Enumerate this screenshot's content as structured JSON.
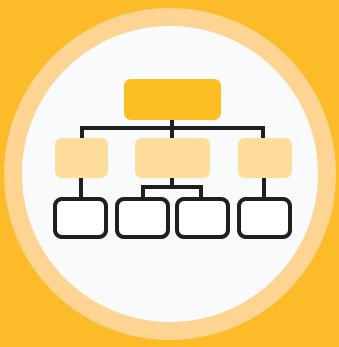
{
  "icon": {
    "name": "org-chart-icon",
    "colors": {
      "background": "#FCBB29",
      "outer_ring": "#FDD491",
      "inner_circle": "#F8FAFC",
      "top_node": "#FBBF24",
      "mid_nodes": "#FDDC9C",
      "connectors": "#1F1F1F",
      "leaf_fill": "#FFFFFF",
      "leaf_stroke": "#1F1F1F"
    },
    "levels": [
      {
        "level": 1,
        "node_count": 1,
        "style": "filled-strong"
      },
      {
        "level": 2,
        "node_count": 3,
        "style": "filled-light"
      },
      {
        "level": 3,
        "node_count": 4,
        "style": "outlined"
      }
    ]
  }
}
